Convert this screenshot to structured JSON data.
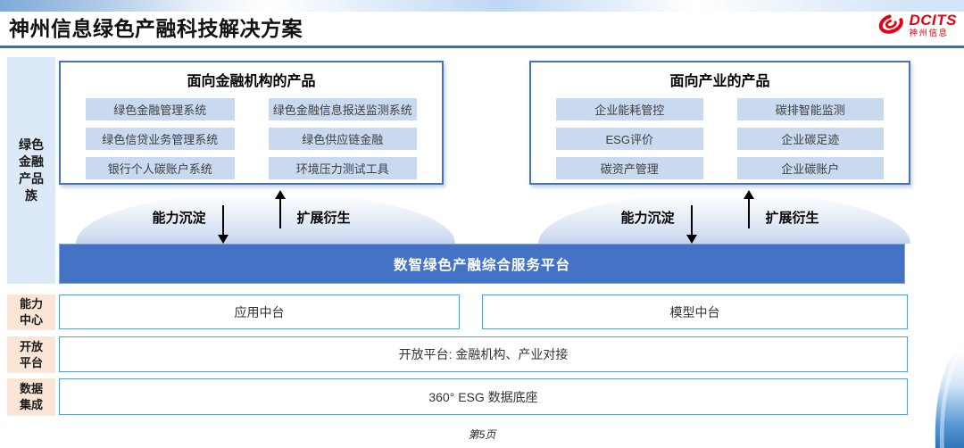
{
  "header": {
    "title": "神州信息绿色产融科技解决方案",
    "logo": {
      "brand": "DCITS",
      "brand_cn": "神州信息"
    }
  },
  "family_band": {
    "label": "绿色金融产品族"
  },
  "product_boxes": {
    "financial": {
      "title": "面向金融机构的产品",
      "items": [
        "绿色金融管理系统",
        "绿色金融信息报送监测系统",
        "绿色信贷业务管理系统",
        "绿色供应链金融",
        "银行个人碳账户系统",
        "环境压力测试工具"
      ]
    },
    "industry": {
      "title": "面向产业的产品",
      "items": [
        "企业能耗管控",
        "碳排智能监测",
        "ESG评价",
        "企业碳足迹",
        "碳资产管理",
        "企业碳账户"
      ]
    }
  },
  "flows": {
    "down_label": "能力沉淀",
    "up_label": "扩展衍生"
  },
  "platform": {
    "title": "数智绿色产融综合服务平台"
  },
  "layers": [
    {
      "label": "能力中心",
      "boxes": [
        "应用中台",
        "模型中台"
      ]
    },
    {
      "label": "开放平台",
      "boxes": [
        "开放平台: 金融机构、产业对接"
      ]
    },
    {
      "label": "数据集成",
      "boxes": [
        "360° ESG 数据底座"
      ]
    }
  ],
  "footer": {
    "page": "第5页"
  },
  "colors": {
    "accent_blue": "#4472C4",
    "rule_blue": "#2E75B6",
    "item_fill": "#C9D9F0",
    "band_fill": "#DCE9F7",
    "label_fill": "#FBE5D6",
    "logo_red": "#E60012"
  }
}
